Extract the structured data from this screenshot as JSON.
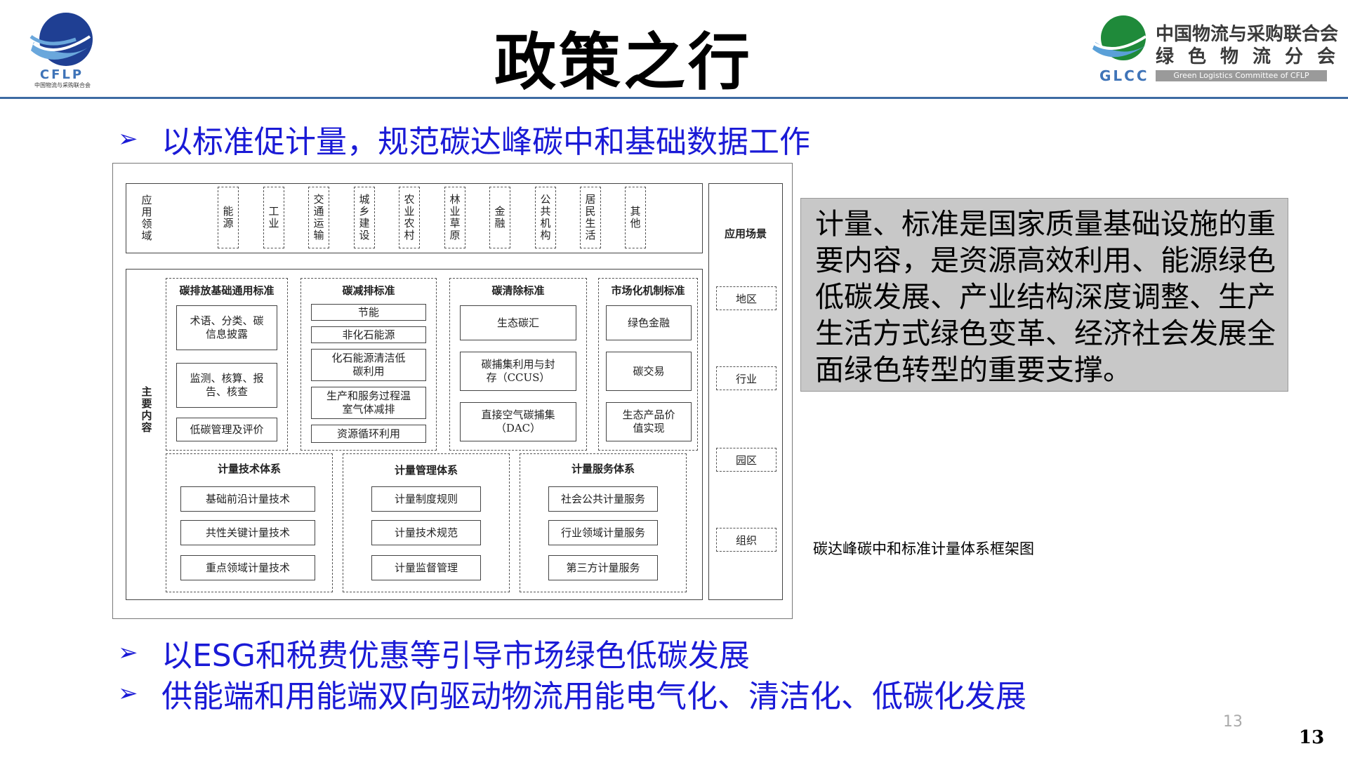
{
  "header": {
    "title": "政策之行",
    "cflp_logo_text": "CFLP",
    "cflp_logo_sub": "中国物流与采购联合会",
    "glcc_name_line1": "中国物流与采购联合会",
    "glcc_name_line2": "绿色物流分会",
    "glcc_letters": "GLCC",
    "glcc_english": "Green Logistics Committee of CFLP"
  },
  "bullets": [
    "以标准促计量，规范碳达峰碳中和基础数据工作",
    "以ESG和税费优惠等引导市场绿色低碳发展",
    "供能端和用能端双向驱动物流用能电气化、清洁化、低碳化发展"
  ],
  "diagram": {
    "application_label": "应用领域",
    "application_items": [
      "能源",
      "工业",
      "交通运输",
      "城乡建设",
      "农业农村",
      "林业草原",
      "金融",
      "公共机构",
      "居民生活",
      "其他"
    ],
    "main_content_label": "主要内容",
    "scene_title": "应用场景",
    "scenes": [
      "地区",
      "行业",
      "园区",
      "组织"
    ],
    "groups": [
      {
        "title": "碳排放基础通用标准",
        "items": [
          "术语、分类、碳信息披露",
          "监测、核算、报告、核查",
          "低碳管理及评价"
        ]
      },
      {
        "title": "碳减排标准",
        "items": [
          "节能",
          "非化石能源",
          "化石能源清洁低碳利用",
          "生产和服务过程温室气体减排",
          "资源循环利用"
        ]
      },
      {
        "title": "碳清除标准",
        "items": [
          "生态碳汇",
          "碳捕集利用与封存（CCUS）",
          "直接空气碳捕集（DAC）"
        ]
      },
      {
        "title": "市场化机制标准",
        "items": [
          "绿色金融",
          "碳交易",
          "生态产品价值实现"
        ]
      }
    ],
    "systems": [
      {
        "title": "计量技术体系",
        "items": [
          "基础前沿计量技术",
          "共性关键计量技术",
          "重点领域计量技术"
        ]
      },
      {
        "title": "计量管理体系",
        "items": [
          "计量制度规则",
          "计量技术规范",
          "计量监督管理"
        ]
      },
      {
        "title": "计量服务体系",
        "items": [
          "社会公共计量服务",
          "行业领域计量服务",
          "第三方计量服务"
        ]
      }
    ]
  },
  "description": "计量、标准是国家质量基础设施的重要内容，是资源高效利用、能源绿色低碳发展、产业结构深度调整、生产生活方式绿色变革、经济社会发展全面绿色转型的重要支撑。",
  "caption": "碳达峰碳中和标准计量体系框架图",
  "page_number_light": "13",
  "page_number": "13"
}
